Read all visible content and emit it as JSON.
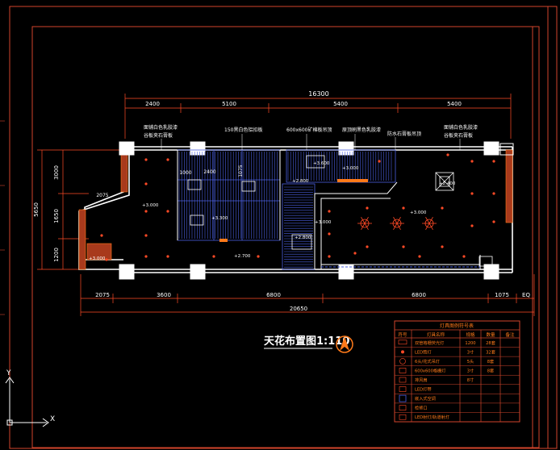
{
  "drawing": {
    "title": "天花布置图1:110",
    "colors": {
      "background": "#000000",
      "frame": "#d2452c",
      "dimension": "#ff4a26",
      "wall": "#ffffff",
      "ceiling_blue": "#4a5fe0",
      "text_white": "#ffffff",
      "accent_orange": "#ff7a1a",
      "ucs": "#ffffff"
    },
    "top_dims": {
      "overall": "16300",
      "segments": [
        "2400",
        "5100",
        "5400",
        "5400"
      ]
    },
    "bottom_dims": {
      "overall": "20650",
      "segments": [
        "2075",
        "3600",
        "6800",
        "6800",
        "1075",
        "EQ"
      ]
    },
    "left_dims": {
      "overall": "5650",
      "segments": [
        "3000",
        "1650",
        "1200"
      ]
    },
    "inner_dims": [
      "2075",
      "2400",
      "1000",
      "1075"
    ],
    "annotations": [
      "面铺白色乳胶漆",
      "谷板夹石膏板",
      "150黑白色铝扣板",
      "600x600矿棉板吊顶",
      "原顶刷黑色乳胶漆",
      "防水石膏板吊顶",
      "面铺白色乳胶漆",
      "谷板夹石膏板"
    ],
    "levels": [
      "+3.000",
      "+3.000",
      "+2.700",
      "+3.300",
      "+3.600",
      "+3.000",
      "+2.800",
      "+3.000",
      "+2.800",
      "+2.400",
      "+3.000"
    ]
  },
  "legend": {
    "title": "灯具图例符号表",
    "headers": [
      "符号",
      "灯具名称",
      "规格",
      "数量",
      "备注"
    ],
    "rows": [
      {
        "name": "双管格栅荧光灯",
        "spec": "1200",
        "qty": "28套"
      },
      {
        "name": "LED筒灯",
        "spec": "3寸",
        "qty": "32套"
      },
      {
        "name": "6头/花式吊灯",
        "spec": "5头",
        "qty": "8套"
      },
      {
        "name": "600x600格栅灯",
        "spec": "3寸",
        "qty": "8套"
      },
      {
        "name": "排风扇",
        "spec": "8寸",
        "qty": ""
      },
      {
        "name": "LED灯带",
        "spec": "",
        "qty": ""
      },
      {
        "name": "嵌入式空调",
        "spec": "",
        "qty": ""
      },
      {
        "name": "检修口",
        "spec": "",
        "qty": ""
      },
      {
        "name": "LED射灯/轨道射灯",
        "spec": "",
        "qty": ""
      }
    ]
  },
  "ucs": {
    "x": "X",
    "y": "Y"
  }
}
